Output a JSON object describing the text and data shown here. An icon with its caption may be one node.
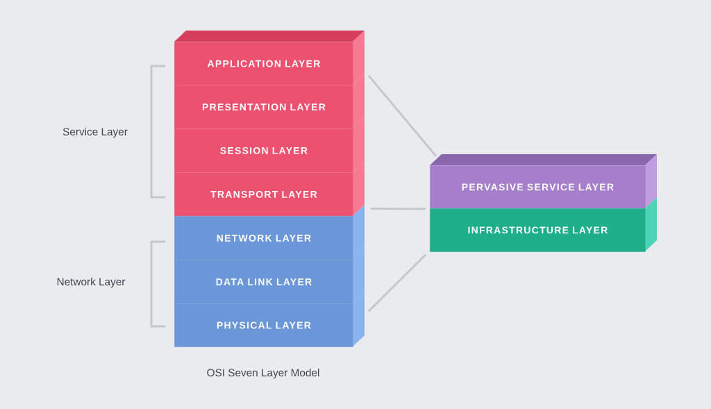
{
  "diagram": {
    "caption": "OSI Seven Layer Model",
    "nodes": [
      {
        "text": [
          "APPLICATION LAYER"
        ]
      },
      {
        "text": [
          "PRESENTATION LAYER"
        ]
      },
      {
        "text": [
          "SESSION LAYER"
        ]
      },
      {
        "text": [
          "TRANSPORT LAYER"
        ]
      },
      {
        "text": [
          "NETWORK LAYER"
        ]
      },
      {
        "text": [
          "DATA LINK LAYER"
        ]
      },
      {
        "text": [
          "PHYSICAL LAYER"
        ]
      },
      {
        "text": [
          "PERVASIVE SERVICE LAYER"
        ]
      },
      {
        "text": [
          "INFRASTRUCTURE LAYER"
        ]
      }
    ],
    "edges": [
      {
        "from": 0,
        "to": 7,
        "arrow": "none"
      },
      {
        "from": 3,
        "to": 7,
        "arrow": "none"
      },
      {
        "from": 6,
        "to": 8,
        "arrow": "none"
      }
    ],
    "labels": [
      "Service Layer",
      "Network Layer"
    ]
  }
}
